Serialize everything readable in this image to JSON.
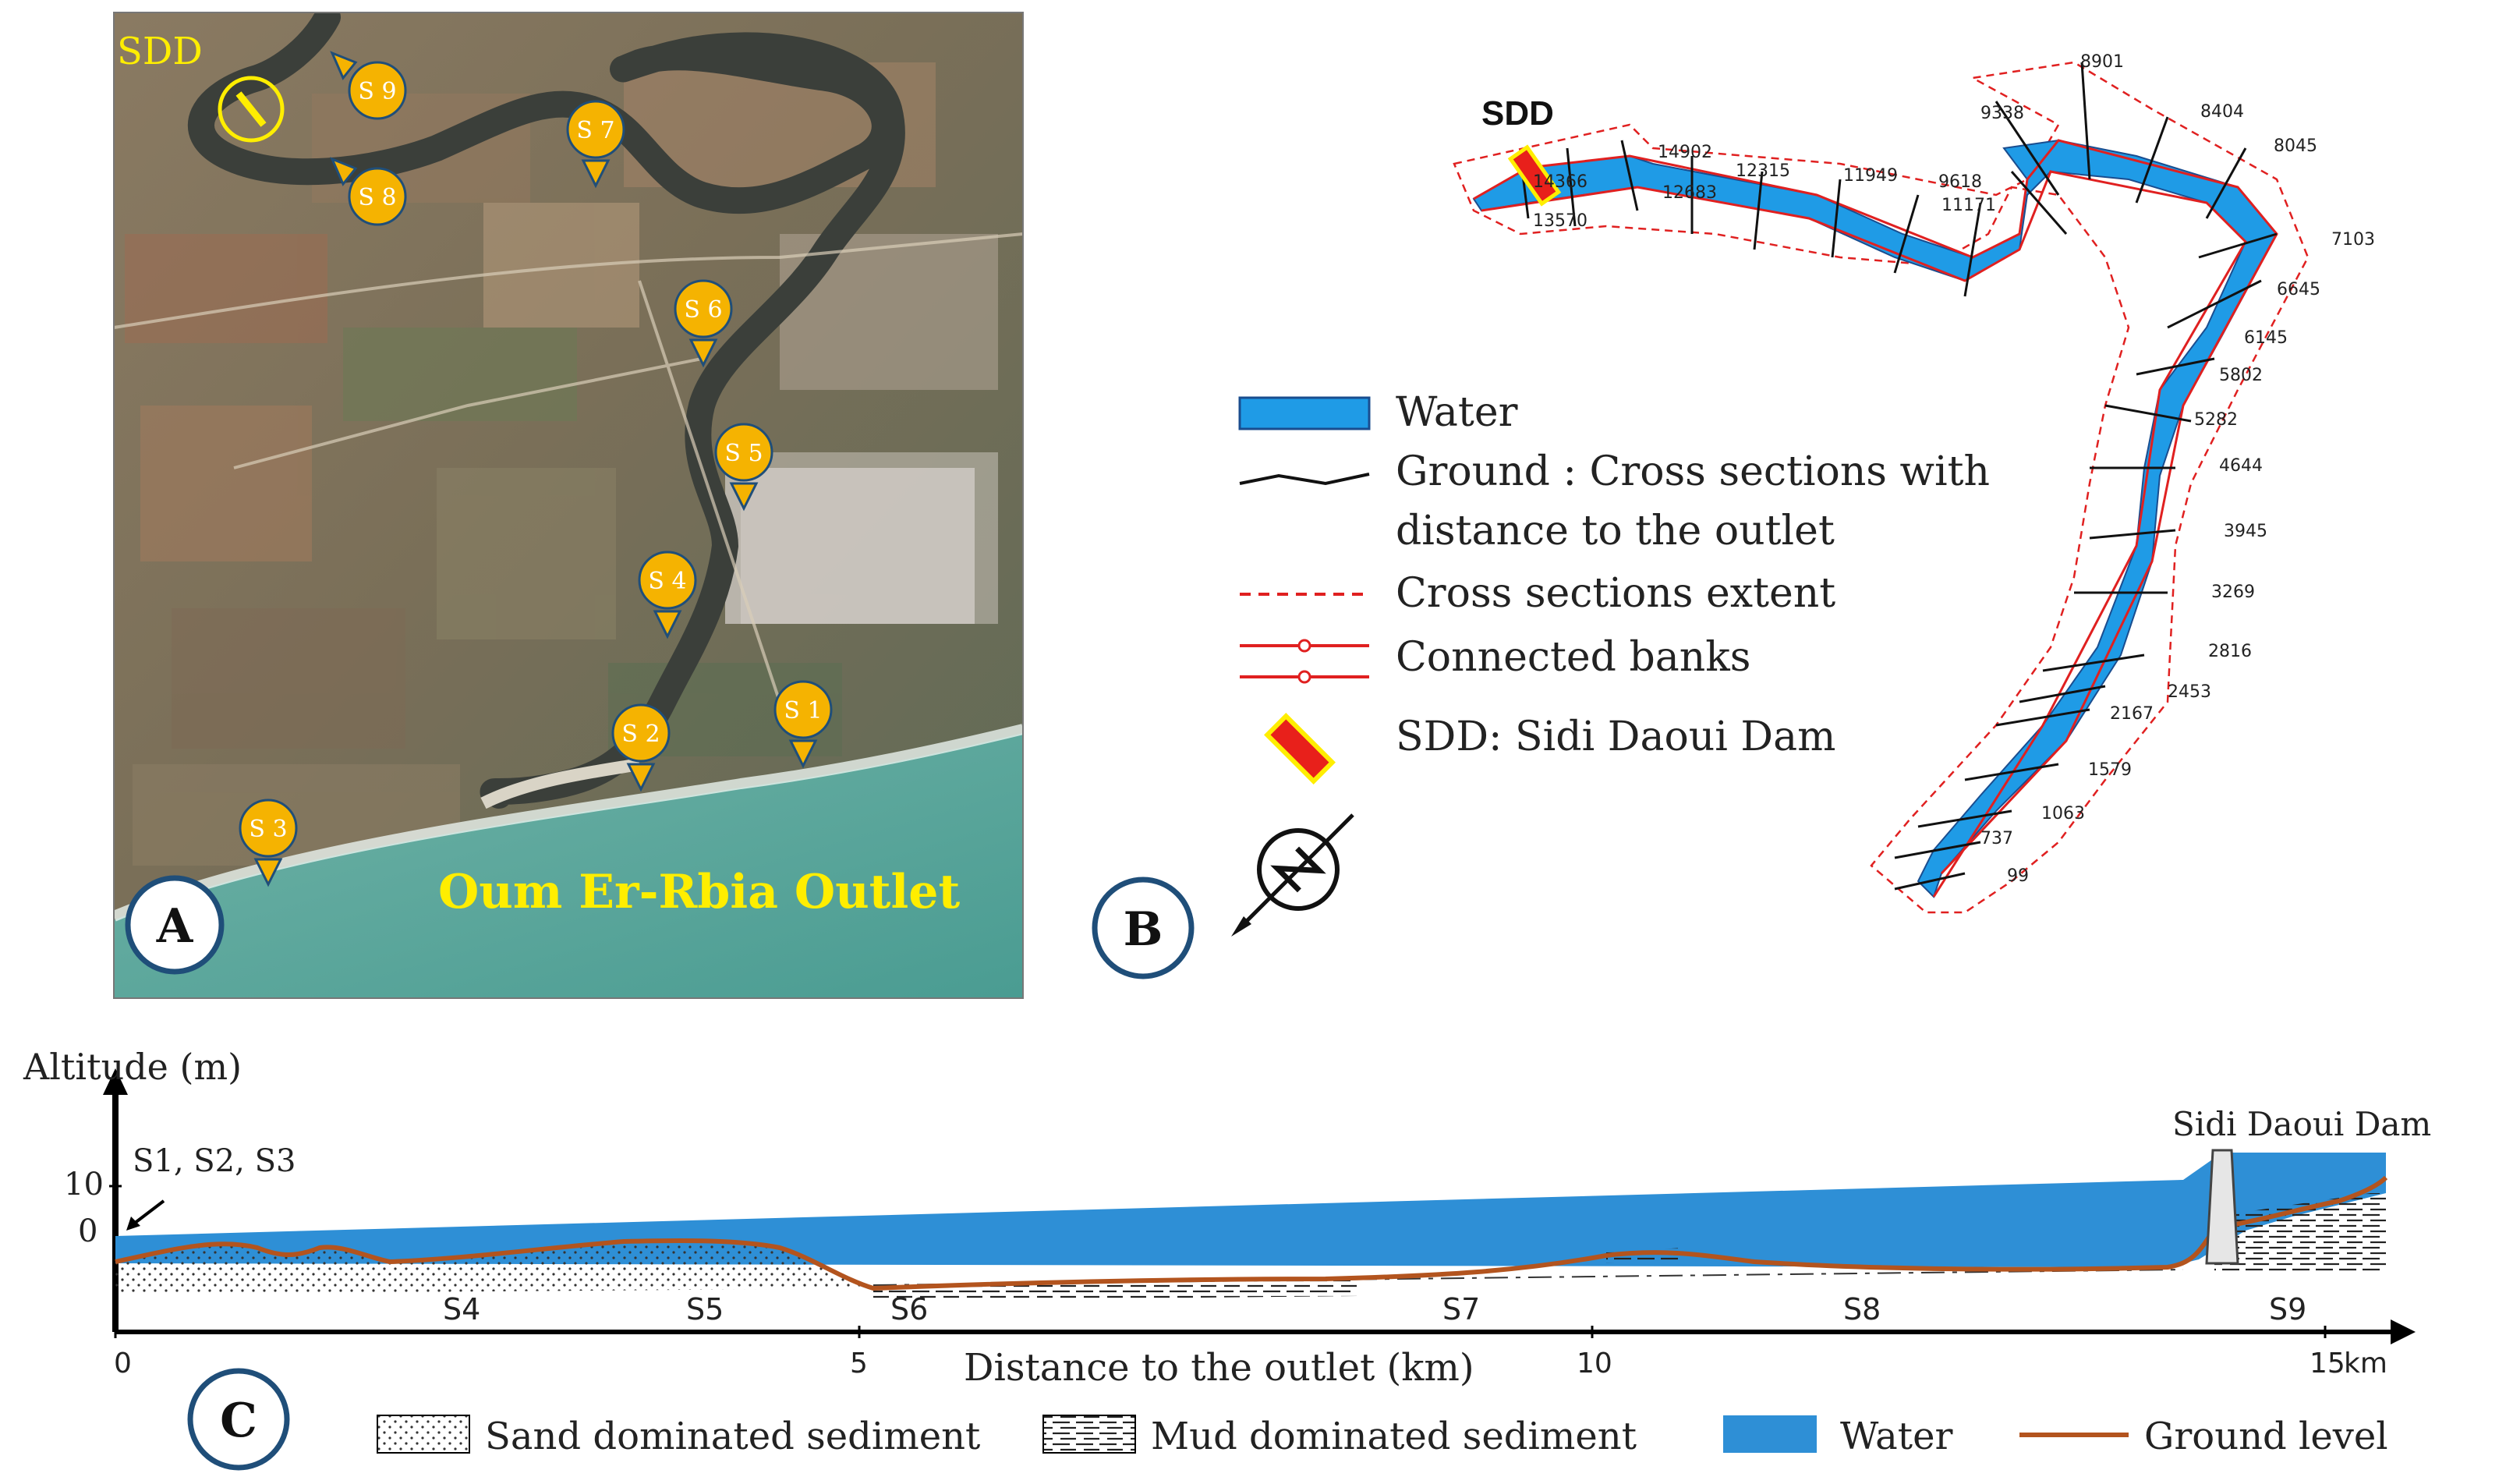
{
  "panel_a": {
    "label": "A",
    "dam_label": "SDD",
    "outlet_label": "Oum Er-Rbia  Outlet",
    "stations": [
      {
        "id": "s1",
        "label": "S 1"
      },
      {
        "id": "s2",
        "label": "S 2"
      },
      {
        "id": "s3",
        "label": "S 3"
      },
      {
        "id": "s4",
        "label": "S 4"
      },
      {
        "id": "s5",
        "label": "S 5"
      },
      {
        "id": "s6",
        "label": "S 6"
      },
      {
        "id": "s7",
        "label": "S 7"
      },
      {
        "id": "s8",
        "label": "S 8"
      },
      {
        "id": "s9",
        "label": "S 9"
      }
    ]
  },
  "panel_b": {
    "label": "B",
    "dam_label": "SDD",
    "sections": [
      "99",
      "737",
      "1063",
      "1579",
      "2167",
      "2453",
      "2816",
      "3269",
      "3945",
      "4644",
      "5282",
      "5802",
      "6145",
      "6645",
      "7103",
      "8045",
      "8404",
      "8901",
      "9338",
      "9618",
      "11171",
      "11949",
      "12315",
      "12683",
      "13570",
      "14366",
      "14902"
    ],
    "legend": {
      "water": "Water",
      "ground_line1": "Ground : Cross sections with",
      "ground_line2": "distance to the outlet",
      "extent": "Cross sections extent",
      "banks": "Connected banks",
      "dam": "SDD: Sidi Daoui Dam"
    },
    "north_icon": "north-arrow-icon"
  },
  "panel_c": {
    "label": "C",
    "y_axis_title": "Altitude  (m)",
    "y_ticks": [
      "10",
      "0"
    ],
    "x_axis_title": "Distance to  the outlet (km)",
    "x_ticks": [
      "0",
      "5",
      "10",
      "15"
    ],
    "x_unit": "km",
    "annotation": "S1, S2, S3",
    "dam_label": "Sidi Daoui Dam",
    "profile_stations": [
      "S4",
      "S5",
      "S6",
      "S7",
      "S8",
      "S9"
    ],
    "legend": {
      "sand": "Sand dominated sediment",
      "mud": "Mud dominated sediment",
      "water": "Water",
      "ground": "Ground level"
    }
  },
  "colors": {
    "water": "#2e8fd6",
    "water_b": "#1f9be6",
    "ground": "#b3541e",
    "pin": "#f5b301",
    "label_yellow": "#ffee00",
    "circle_border": "#1f4e79",
    "bank_red": "#e02020"
  }
}
